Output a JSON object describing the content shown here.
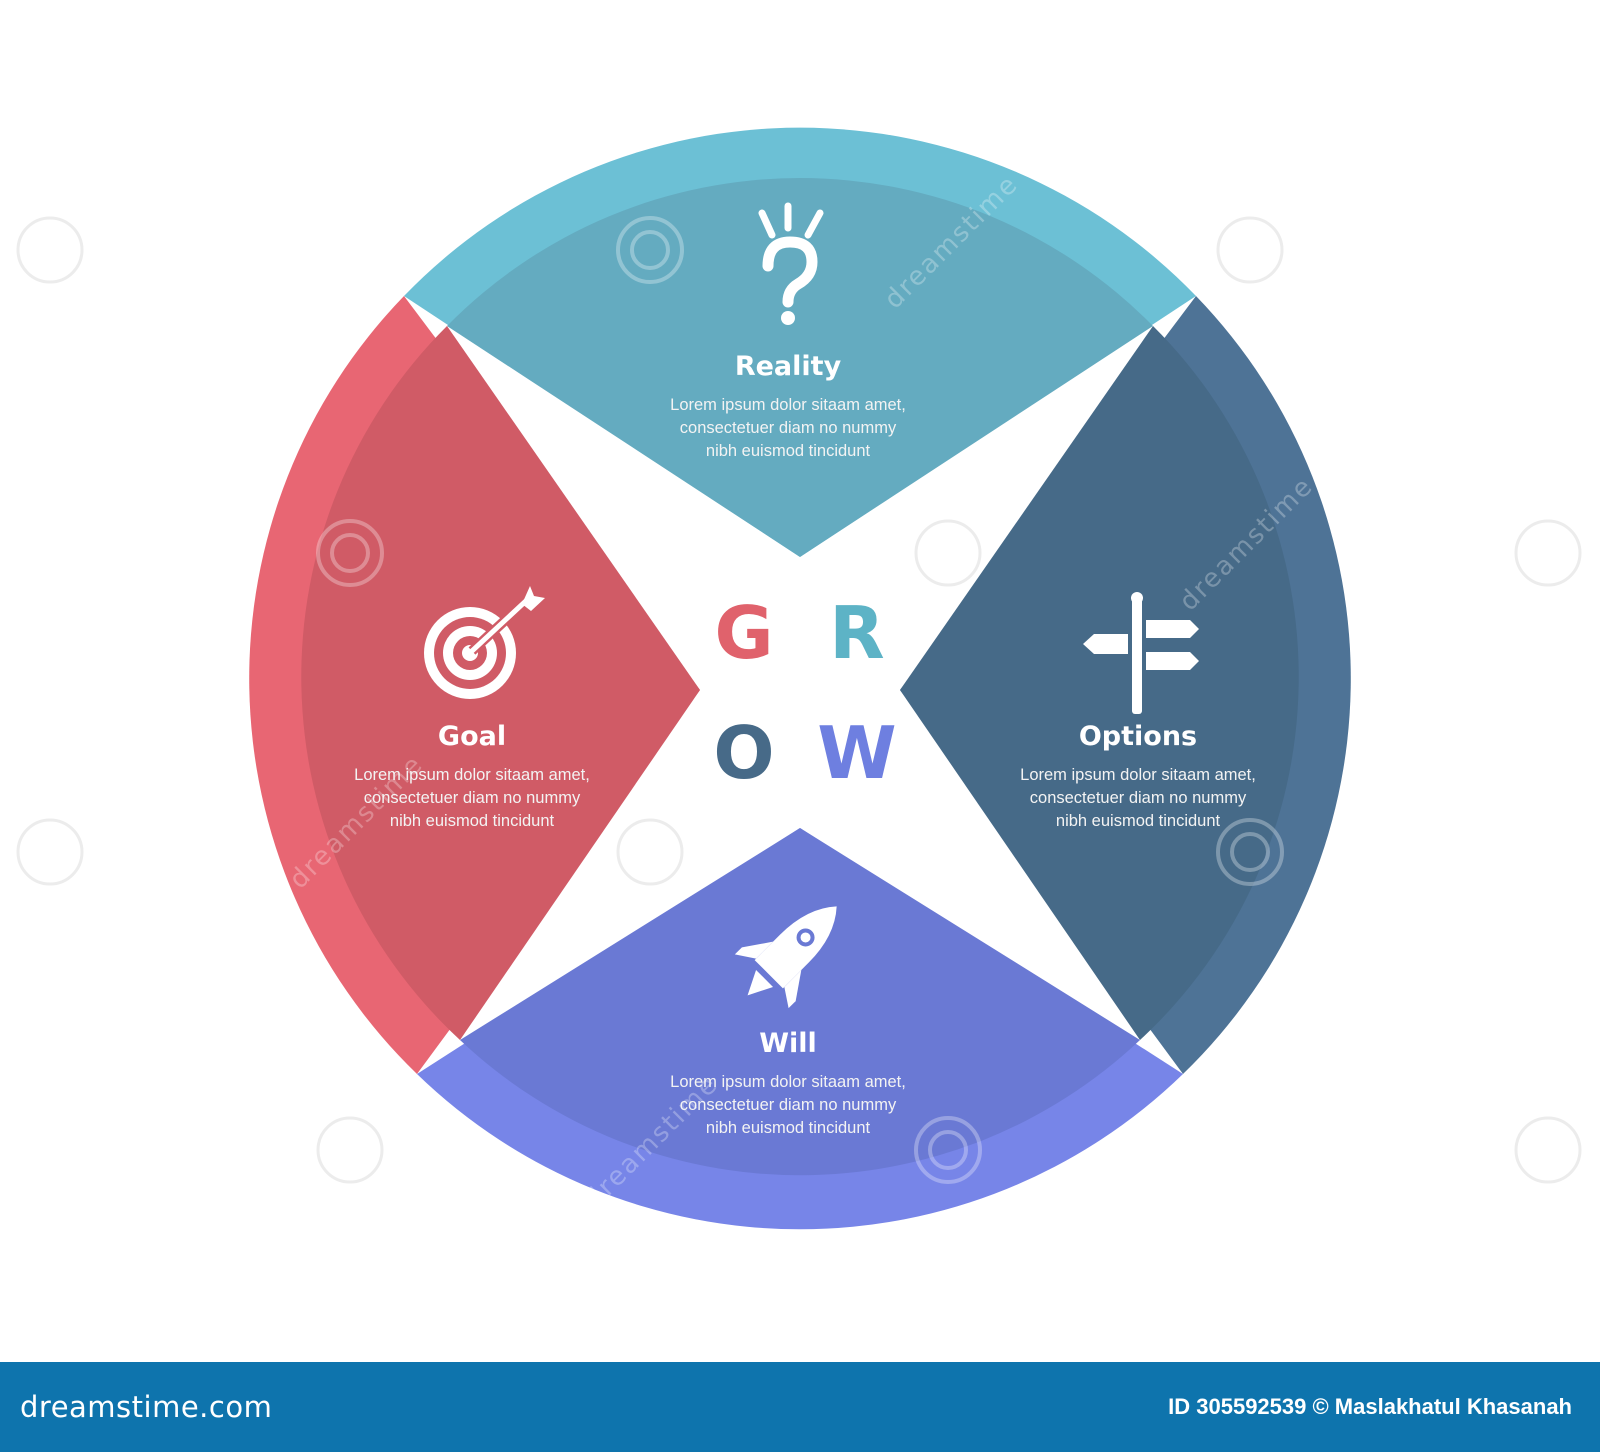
{
  "diagram": {
    "grow_letters": [
      {
        "letter": "G",
        "color": "#e0626c"
      },
      {
        "letter": "R",
        "color": "#5db3c6"
      },
      {
        "letter": "O",
        "color": "#476a88"
      },
      {
        "letter": "W",
        "color": "#6e7fe0"
      }
    ],
    "segments": {
      "reality": {
        "title": "Reality",
        "text": [
          "Lorem ipsum dolor sitaam amet,",
          "consectetuer diam no nummy",
          "nibh euismod tincidunt"
        ],
        "icon": "question-icon",
        "outer_color": "#6cc0d5",
        "inner_color": "#64abc0"
      },
      "goal": {
        "title": "Goal",
        "text": [
          "Lorem ipsum dolor sitaam amet,",
          "consectetuer diam no nummy",
          "nibh euismod tincidunt"
        ],
        "icon": "target-icon",
        "outer_color": "#e86673",
        "inner_color": "#d05b66"
      },
      "options": {
        "title": "Options",
        "text": [
          "Lorem ipsum dolor sitaam amet,",
          "consectetuer diam no nummy",
          "nibh euismod tincidunt"
        ],
        "icon": "signpost-icon",
        "outer_color": "#4e7396",
        "inner_color": "#466a88"
      },
      "will": {
        "title": "Will",
        "text": [
          "Lorem ipsum dolor sitaam amet,",
          "consectetuer diam no nummy",
          "nibh euismod tincidunt"
        ],
        "icon": "rocket-icon",
        "outer_color": "#7785e8",
        "inner_color": "#6a79d4"
      }
    }
  },
  "watermark": "dreamstime",
  "footer": {
    "brand": "dreamstime.com",
    "credit": "ID 305592539 © Maslakhatul Khasanah",
    "background": "#0e74ad"
  }
}
